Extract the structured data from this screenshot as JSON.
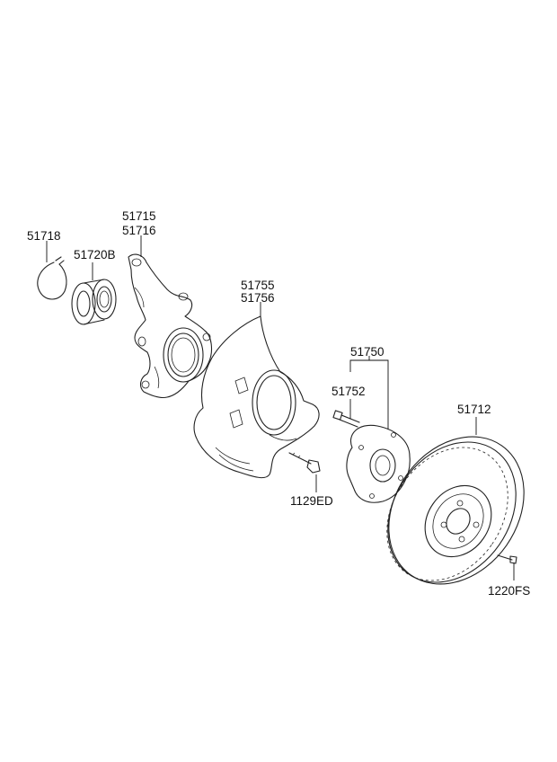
{
  "labels": {
    "p51718": "51718",
    "p51720b": "51720B",
    "p51715": "51715",
    "p51716": "51716",
    "p51755": "51755",
    "p51756": "51756",
    "p51750": "51750",
    "p51752": "51752",
    "p51712": "51712",
    "p1129ed": "1129ED",
    "p1220fs": "1220FS"
  }
}
